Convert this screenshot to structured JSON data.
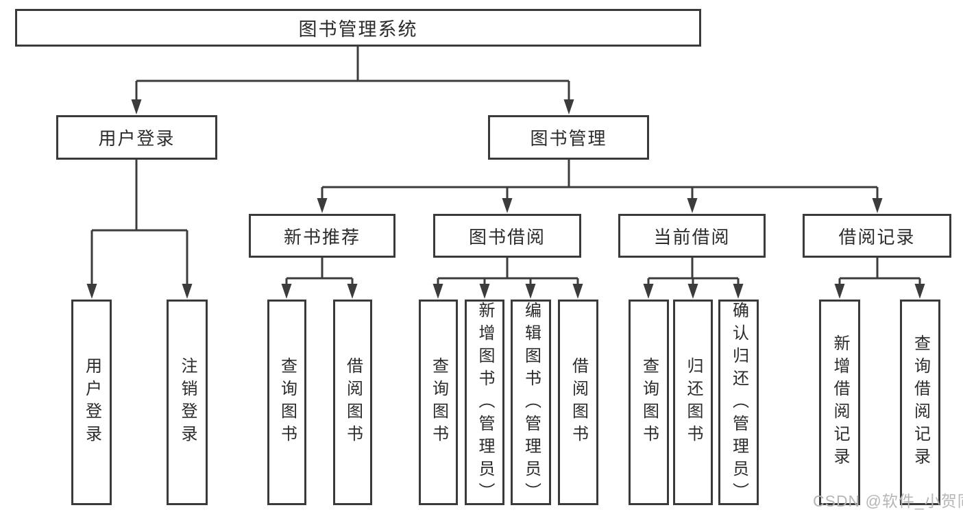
{
  "diagram": {
    "title_node": "图书管理系统",
    "nodes": {
      "root": "图书管理系统",
      "login": "用户登录",
      "mgmt": "图书管理",
      "newbook": "新书推荐",
      "borrow": "图书借阅",
      "current": "当前借阅",
      "record": "借阅记录",
      "login_user": "用户登录",
      "login_logout": "注销登录",
      "newbook_query": "查询图书",
      "newbook_borrow": "借阅图书",
      "borrow_query": "查询图书",
      "borrow_add": "新增图书（管理员）",
      "borrow_edit": "编辑图书（管理员）",
      "borrow_do": "借阅图书",
      "current_query": "查询图书",
      "current_return": "归还图书",
      "current_confirm": "确认归还（管理员）",
      "record_add": "新增借阅记录",
      "record_query": "查询借阅记录"
    },
    "edges": [
      [
        "图书管理系统",
        "用户登录"
      ],
      [
        "图书管理系统",
        "图书管理"
      ],
      [
        "用户登录",
        "用户登录"
      ],
      [
        "用户登录",
        "注销登录"
      ],
      [
        "图书管理",
        "新书推荐"
      ],
      [
        "图书管理",
        "图书借阅"
      ],
      [
        "图书管理",
        "当前借阅"
      ],
      [
        "图书管理",
        "借阅记录"
      ],
      [
        "新书推荐",
        "查询图书"
      ],
      [
        "新书推荐",
        "借阅图书"
      ],
      [
        "图书借阅",
        "查询图书"
      ],
      [
        "图书借阅",
        "新增图书（管理员）"
      ],
      [
        "图书借阅",
        "编辑图书（管理员）"
      ],
      [
        "图书借阅",
        "借阅图书"
      ],
      [
        "当前借阅",
        "查询图书"
      ],
      [
        "当前借阅",
        "归还图书"
      ],
      [
        "当前借阅",
        "确认归还（管理员）"
      ],
      [
        "借阅记录",
        "新增借阅记录"
      ],
      [
        "借阅记录",
        "查询借阅记录"
      ]
    ],
    "colors": {
      "line": "#3c3c3c",
      "box_border": "#3a3a3a",
      "text": "#2b2b2b",
      "background": "#ffffff",
      "watermark": "#b6b6b6"
    }
  },
  "watermark": {
    "text": "CSDN @软件_小贺同学"
  }
}
